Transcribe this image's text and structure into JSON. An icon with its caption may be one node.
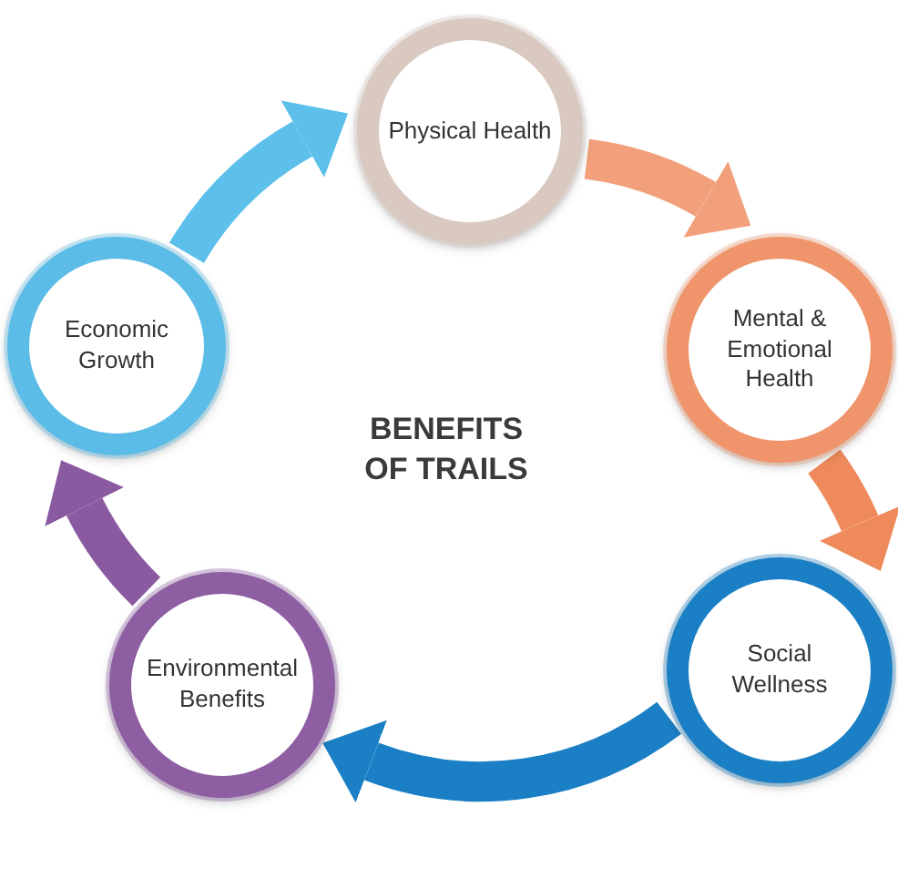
{
  "diagram": {
    "title": "BENEFITS OF TRAILS",
    "nodes": [
      {
        "text": [
          "Physical Health"
        ]
      },
      {
        "text": [
          "Mental & Emotional Health"
        ]
      },
      {
        "text": [
          "Social Wellness"
        ]
      },
      {
        "text": [
          "Environmental Benefits"
        ]
      },
      {
        "text": [
          "Economic Growth"
        ]
      }
    ],
    "edges": [
      {
        "from": 0,
        "to": 1,
        "arrow": "to",
        "color": "#f2a07b"
      },
      {
        "from": 1,
        "to": 2,
        "arrow": "to",
        "color": "#ef8a5c"
      },
      {
        "from": 2,
        "to": 3,
        "arrow": "to",
        "color": "#1a7fc4"
      },
      {
        "from": 3,
        "to": 4,
        "arrow": "to",
        "color": "#8a5aa0"
      },
      {
        "from": 4,
        "to": 0,
        "arrow": "to",
        "color": "#5cc0ea"
      }
    ]
  }
}
